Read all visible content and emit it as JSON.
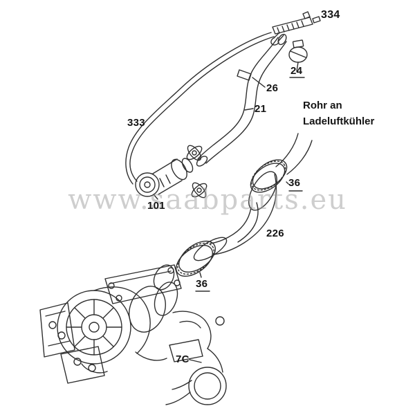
{
  "colors": {
    "ink": "#2f2f2f",
    "label": "#141414",
    "watermark": "#9e9e9e"
  },
  "diagram": {
    "watermark": "www.saabparts.eu",
    "annotation": {
      "line1": "Rohr an",
      "line2": "Ladeluftkühler"
    },
    "labels": {
      "l334": "334",
      "l24": "24",
      "l26": "26",
      "l21": "21",
      "l333": "333",
      "l36_upper": "36",
      "l101": "101",
      "l226": "226",
      "l36_lower": "36",
      "l7c": "7C"
    }
  }
}
